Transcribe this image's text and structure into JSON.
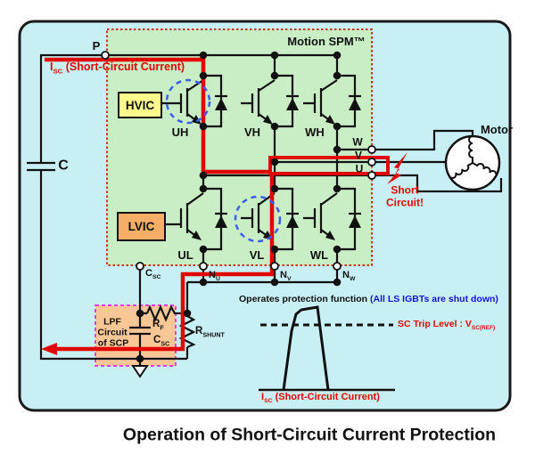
{
  "title": "Operation of Short-Circuit Current Protection",
  "panel": {
    "module_label": "Motion SPM™",
    "p_terminal": "P",
    "isc_label": {
      "base": "I",
      "sub": "SC",
      "rest": " (Short-Circuit Current)"
    },
    "dc_cap": "C",
    "hvic": "HVIC",
    "lvic": "LVIC",
    "igbt_labels": {
      "uh": "UH",
      "vh": "VH",
      "wh": "WH",
      "ul": "UL",
      "vl": "VL",
      "wl": "WL"
    },
    "phase_labels": {
      "w": "W",
      "v": "V",
      "u": "U"
    },
    "terminal_labels": {
      "csc": {
        "base": "C",
        "sub": "SC"
      },
      "nu": {
        "base": "N",
        "sub": "U"
      },
      "nv": {
        "base": "N",
        "sub": "V"
      },
      "nw": {
        "base": "N",
        "sub": "W"
      }
    },
    "motor": "Motor",
    "short_circuit_line1": "Short",
    "short_circuit_line2": "Circuit!",
    "lpf_box": {
      "line1": "LPF",
      "line2": "Circuit",
      "line3": "of SCP"
    },
    "rf": {
      "base": "R",
      "sub": "F"
    },
    "csc_cap": {
      "base": "C",
      "sub": "SC"
    },
    "rshunt": {
      "base": "R",
      "sub": "SHUNT"
    }
  },
  "waveform": {
    "caption_black": "Operates protection function ",
    "caption_blue": "(All LS IGBTs are shut down)",
    "trip_label": {
      "base": "SC Trip Level : V",
      "sub": "SC(REF)"
    },
    "axis_label": {
      "base": "I",
      "sub": "SC",
      "rest": " (Short-Circuit Current)"
    }
  },
  "colors": {
    "panel_bg": "#C8F0F4",
    "module_bg": "#C9EDC4",
    "module_border": "#CC3311",
    "hvic_bg": "#FCFC8C",
    "lvic_bg": "#F4AE66",
    "lpf_bg": "#F8C795",
    "lpf_border": "#E93CE9",
    "highlight_red": "#E10600",
    "annotation_blue": "#1414DD",
    "dashed_circle_blue": "#3A5FEF"
  }
}
